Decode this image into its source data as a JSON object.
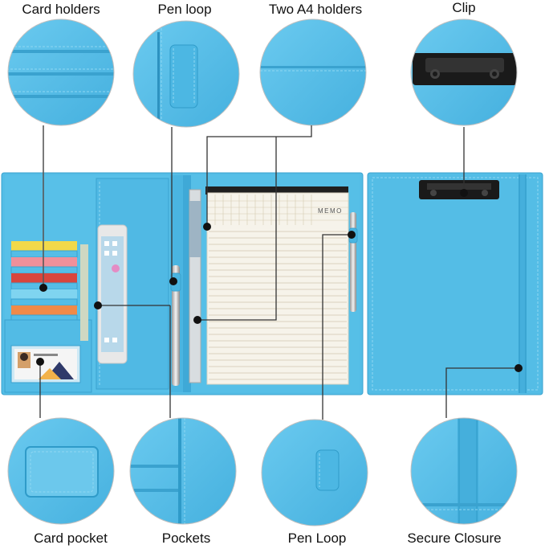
{
  "labels": {
    "card_holders": "Card holders",
    "pen_loop_top": "Pen loop",
    "two_a4_holders": "Two A4 holders",
    "clip": "Clip",
    "card_pocket": "Card pocket",
    "pockets": "Pockets",
    "pen_loop_bottom": "Pen Loop",
    "secure_closure": "Secure Closure"
  },
  "notepad": {
    "memo_text": "MEMO"
  },
  "colors": {
    "folio_blue": "#54bde6",
    "folio_dark": "#3aa7d6",
    "stitch": "#8fd7f2",
    "clip_black": "#1a1a1a",
    "paper": "#f6f3ea"
  }
}
